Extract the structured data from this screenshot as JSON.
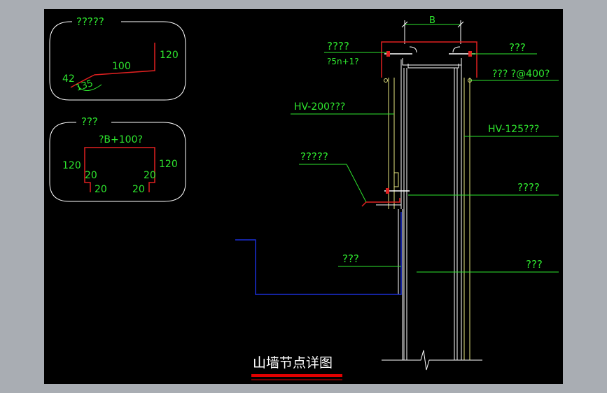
{
  "colors": {
    "background": "#000000",
    "window": "#a9adb3",
    "label_green": "#2ee62e",
    "line_white": "#ffffff",
    "member_yellow": "#e6e680",
    "flashing_red": "#e02020",
    "gutter_blue": "#1a2fd6",
    "title_underline": "#e00000"
  },
  "detail1": {
    "title": "?????",
    "dim_120": "120",
    "dim_100": "100",
    "dim_42": "42",
    "dim_135": "135"
  },
  "detail2": {
    "title": "???",
    "dim_top": "?B+100?",
    "dim_120_left": "120",
    "dim_120_right": "120",
    "dim_20_a": "20",
    "dim_20_b": "20",
    "dim_20_c": "20",
    "dim_20_d": "20"
  },
  "main": {
    "dim_b": "B",
    "label_top_left": "????",
    "label_top_left_sub": "?5n+1?",
    "label_top_right": "???",
    "label_anchor": "??? ?@400?",
    "label_hv200": "HV-200???",
    "label_hv125": "HV-125???",
    "label_bracket": "?????",
    "label_mid_right": "????",
    "label_low_left": "???",
    "label_low_right": "???"
  },
  "title": "山墙节点详图"
}
